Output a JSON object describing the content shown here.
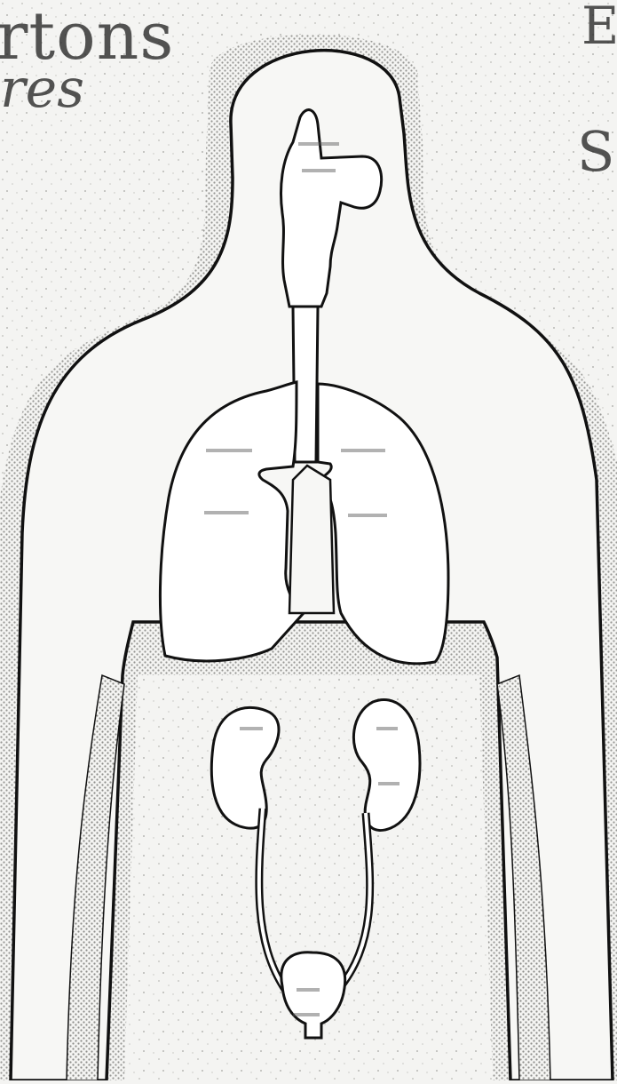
{
  "heading": {
    "top_left": "rtons",
    "top_left_line2": "res",
    "top_right": "E",
    "right_mid": "S"
  },
  "colors": {
    "paper": "#f4f4f2",
    "outline": "#111111",
    "stipple": "#9a9a98",
    "organ_fill": "#ffffff"
  },
  "icons": [
    "body-silhouette-icon",
    "nasal-throat-icon",
    "trachea-icon",
    "lung-left-icon",
    "lung-right-icon",
    "kidney-left-icon",
    "kidney-right-icon",
    "ureter-icon",
    "bladder-icon"
  ]
}
